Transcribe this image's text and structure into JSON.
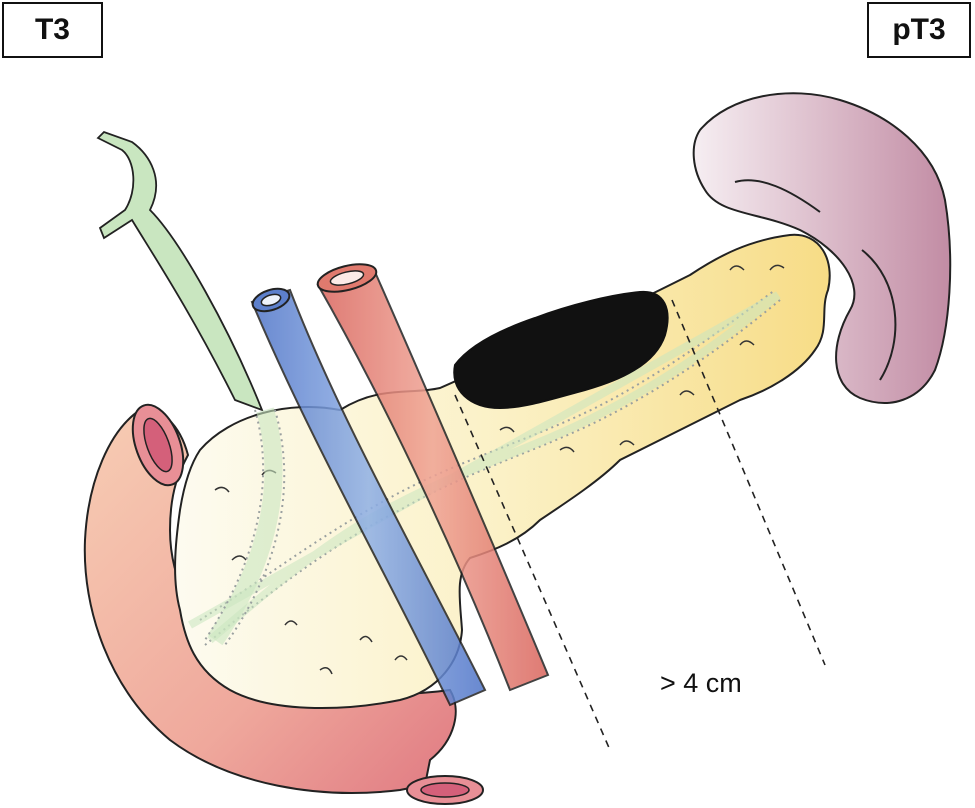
{
  "labels": {
    "left_tag": "T3",
    "right_tag": "pT3",
    "measurement": "> 4 cm"
  },
  "colors": {
    "duodenum": "#efa9a0",
    "spleen": "#c892a8",
    "pancreas_head": "#fbf6d8",
    "pancreas_tail": "#f7df8c",
    "bile_duct": "#c9e6c0",
    "portal_vein": "#6c8fd6",
    "artery": "#e0786e",
    "tumor": "#111111",
    "outline": "#222222"
  },
  "structures": [
    "duodenum",
    "spleen",
    "pancreas",
    "tumor",
    "bile-duct",
    "portal-vein",
    "artery",
    "pancreatic-duct"
  ]
}
